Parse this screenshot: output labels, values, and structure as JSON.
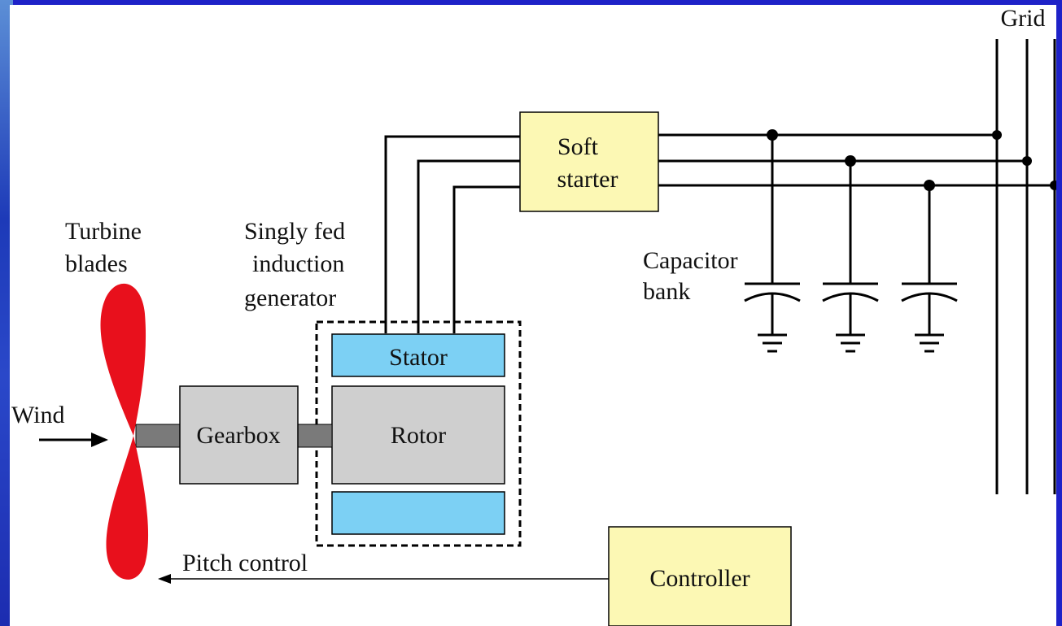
{
  "labels": {
    "grid": "Grid",
    "soft_starter_line1": "Soft",
    "soft_starter_line2": "starter",
    "turbine_line1": "Turbine",
    "turbine_line2": "blades",
    "generator_line1": "Singly fed",
    "generator_line2": "induction",
    "generator_line3": "generator",
    "capacitor_line1": "Capacitor",
    "capacitor_line2": "bank",
    "stator": "Stator",
    "rotor": "Rotor",
    "gearbox": "Gearbox",
    "wind": "Wind",
    "pitch_control": "Pitch control",
    "controller": "Controller"
  },
  "colors": {
    "background": "#1e22c8",
    "canvas": "#ffffff",
    "blade": "#e8101c",
    "stator": "#7cd0f4",
    "rotor": "#cfcfcf",
    "gearbox": "#cfcfcf",
    "shaft": "#7a7a7a",
    "yellow_box": "#fcf8b4"
  }
}
